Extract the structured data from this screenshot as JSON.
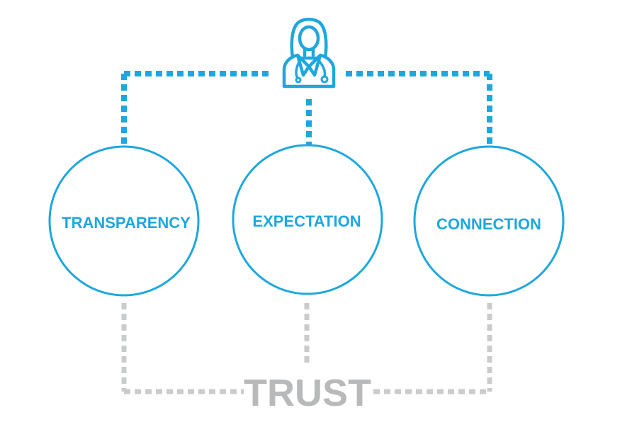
{
  "colors": {
    "accent": "#1ea7de",
    "muted": "#c9cbcd",
    "trust_text": "#b7b9bb"
  },
  "icon": {
    "name": "doctor-icon"
  },
  "circles": [
    {
      "label": "TRANSPARENCY"
    },
    {
      "label": "EXPECTATION"
    },
    {
      "label": "CONNECTION"
    }
  ],
  "footer": {
    "label": "TRUST"
  }
}
